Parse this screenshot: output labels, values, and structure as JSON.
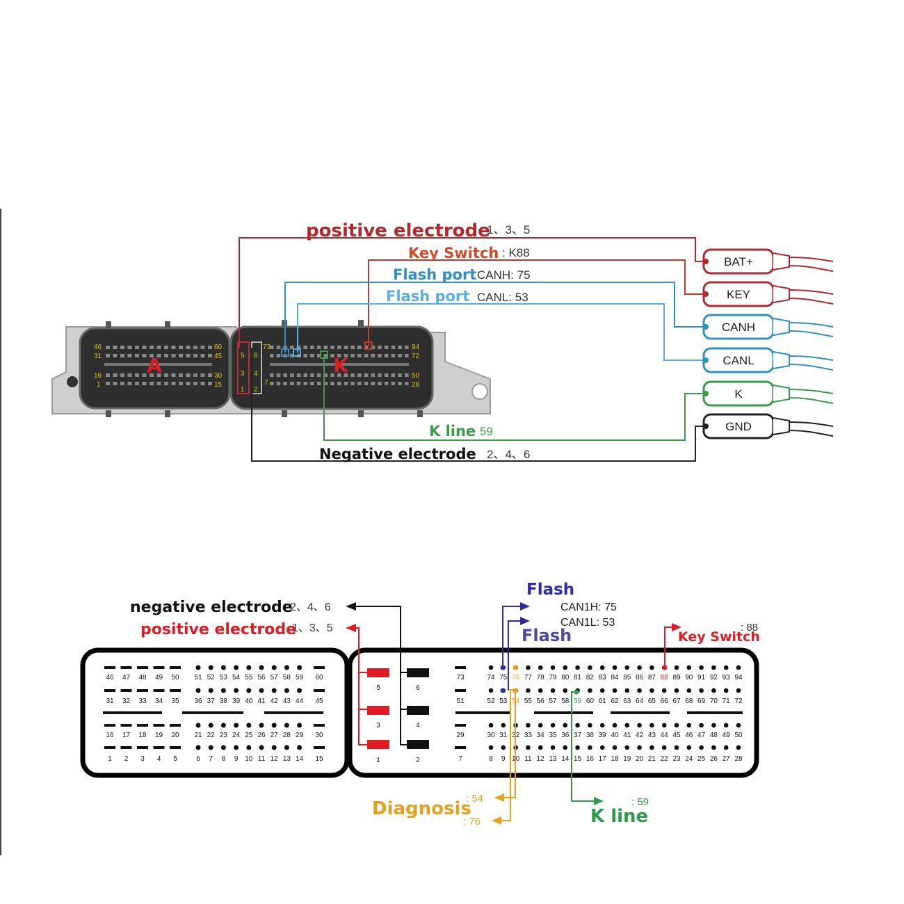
{
  "top": {
    "connector_labels": {
      "a": "A",
      "k": "K"
    },
    "pin_labels": {
      "a_46": "46",
      "a_31": "31",
      "a_16": "16",
      "a_1": "1",
      "a_60": "60",
      "a_45": "45",
      "a_30": "30",
      "a_15": "15",
      "k_73": "73",
      "k_94": "94",
      "k_72": "72",
      "k_50": "50",
      "k_28": "28",
      "k_5": "5",
      "k_3": "3",
      "k_1": "1",
      "k_6": "6",
      "k_4": "4",
      "k_2": "2",
      "k_7": "7"
    },
    "wires": {
      "pos": {
        "label": "positive electrode",
        "pins": "1、3、5",
        "color": "#b0282b"
      },
      "key": {
        "label": "Key Switch",
        "pins": ": K88",
        "color": "#c23a2a"
      },
      "canh": {
        "label": "Flash port",
        "pins": "CANH: 75",
        "color": "#2e8fc0"
      },
      "canl": {
        "label": "Flash port",
        "pins": "CANL: 53",
        "color": "#5aaee0"
      },
      "kline": {
        "label": "K line",
        "pins": "59",
        "color": "#3a9a4a"
      },
      "neg": {
        "label": "Negative electrode",
        "pins": "2、4、6",
        "color": "#222222"
      }
    },
    "plugs": [
      {
        "name": "BAT+",
        "color": "#b0282b"
      },
      {
        "name": "KEY",
        "color": "#b0282b"
      },
      {
        "name": "CANH",
        "color": "#2e8fc0"
      },
      {
        "name": "CANL",
        "color": "#2e8fc0"
      },
      {
        "name": "K",
        "color": "#3a9a4a"
      },
      {
        "name": "GND",
        "color": "#222222"
      }
    ]
  },
  "bottom": {
    "neg_label": "negative electrode",
    "neg_pins": "2、4、6",
    "pos_label": "positive electrode",
    "pos_pins": "1、3、5",
    "flash_title": "Flash",
    "flash_can1h": "CAN1H: 75",
    "flash_can1l": "CAN1L: 53",
    "flash_label2": "Flash",
    "key_switch_label": "Key Switch",
    "key_switch_pin": ": 88",
    "diagnosis_label": "Diagnosis",
    "diag_pin_54": ": 54",
    "diag_pin_76": ": 76",
    "kline_label": "K line",
    "kline_pin": ": 59",
    "power_pins": {
      "p5": "5",
      "p3": "3",
      "p1": "1",
      "p6": "6",
      "p4": "4",
      "p2": "2"
    },
    "left_block": {
      "row1": [
        "46",
        "47",
        "48",
        "49",
        "50",
        "51",
        "52",
        "53",
        "54",
        "55",
        "56",
        "57",
        "58",
        "59",
        "60"
      ],
      "row2": [
        "31",
        "32",
        "33",
        "34",
        "35",
        "36",
        "37",
        "38",
        "39",
        "40",
        "41",
        "42",
        "43",
        "44",
        "45"
      ],
      "row3": [
        "16",
        "17",
        "18",
        "19",
        "20",
        "21",
        "22",
        "23",
        "24",
        "25",
        "26",
        "27",
        "28",
        "29",
        "30"
      ],
      "row4": [
        "1",
        "2",
        "3",
        "4",
        "5",
        "6",
        "7",
        "8",
        "9",
        "10",
        "11",
        "12",
        "13",
        "14",
        "15"
      ]
    },
    "right_block": {
      "col_left": [
        "73",
        "51",
        "29",
        "7"
      ],
      "row1": [
        "74",
        "75",
        "76",
        "77",
        "78",
        "79",
        "80",
        "81",
        "82",
        "83",
        "84",
        "85",
        "86",
        "87",
        "88",
        "89",
        "90",
        "91",
        "92",
        "93",
        "94"
      ],
      "row2": [
        "52",
        "53",
        "54",
        "55",
        "56",
        "57",
        "58",
        "59",
        "60",
        "61",
        "62",
        "63",
        "64",
        "65",
        "66",
        "67",
        "68",
        "69",
        "70",
        "71",
        "72"
      ],
      "row3": [
        "30",
        "31",
        "32",
        "33",
        "34",
        "35",
        "36",
        "37",
        "38",
        "39",
        "40",
        "41",
        "42",
        "43",
        "44",
        "45",
        "46",
        "47",
        "48",
        "49",
        "50"
      ],
      "row4": [
        "8",
        "9",
        "10",
        "11",
        "12",
        "13",
        "14",
        "15",
        "16",
        "17",
        "18",
        "19",
        "20",
        "21",
        "22",
        "23",
        "24",
        "25",
        "26",
        "27",
        "28"
      ]
    }
  },
  "colors": {
    "red": "#b0282b",
    "bright_red": "#e01b24",
    "blue": "#2e8fc0",
    "navy": "#2b2b9a",
    "green": "#2e9a4a",
    "orange": "#e6a020",
    "black": "#111111"
  }
}
